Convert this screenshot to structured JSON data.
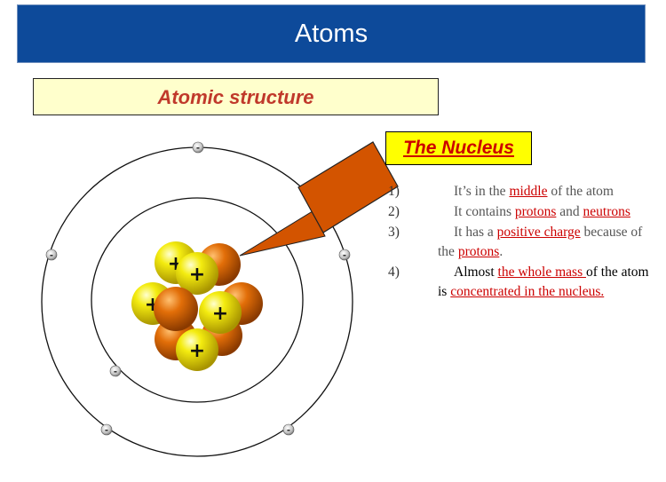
{
  "header": {
    "title": "Atoms"
  },
  "subtitle": "Atomic structure",
  "nucleus_heading": "The Nucleus",
  "points": [
    {
      "number": "1)",
      "segments": [
        {
          "text": "It’s in the ",
          "emphasis": false
        },
        {
          "text": "middle",
          "emphasis": true
        },
        {
          "text": " of the atom",
          "emphasis": false
        }
      ]
    },
    {
      "number": "2)",
      "segments": [
        {
          "text": "It contains ",
          "emphasis": false
        },
        {
          "text": "protons",
          "emphasis": true
        },
        {
          "text": " and ",
          "emphasis": false
        },
        {
          "text": "neutrons",
          "emphasis": true
        }
      ]
    },
    {
      "number": "3)",
      "segments": [
        {
          "text": "It has a ",
          "emphasis": false
        },
        {
          "text": "positive charge",
          "emphasis": true
        },
        {
          "text": " because of the ",
          "emphasis": false
        },
        {
          "text": "protons",
          "emphasis": true
        },
        {
          "text": ".",
          "emphasis": false
        }
      ]
    },
    {
      "number": "4)",
      "segments": [
        {
          "text": "Almost ",
          "emphasis": false
        },
        {
          "text": "the whole mass ",
          "emphasis": true
        },
        {
          "text": "of the atom is ",
          "emphasis": false
        },
        {
          "text": "concentrated in the nucleus.",
          "emphasis": true
        }
      ]
    }
  ],
  "diagram": {
    "electron_symbol": "-",
    "proton_symbol": "+"
  },
  "colors": {
    "title_bar": "#0d4a9a",
    "subtitle_text": "#c0392b",
    "subtitle_bg": "#ffffcc",
    "heading_bg": "#ffff00",
    "emphasis": "#cc0000",
    "pointer": "#d35400",
    "proton": "#f2e600",
    "neutron": "#e06a00"
  }
}
